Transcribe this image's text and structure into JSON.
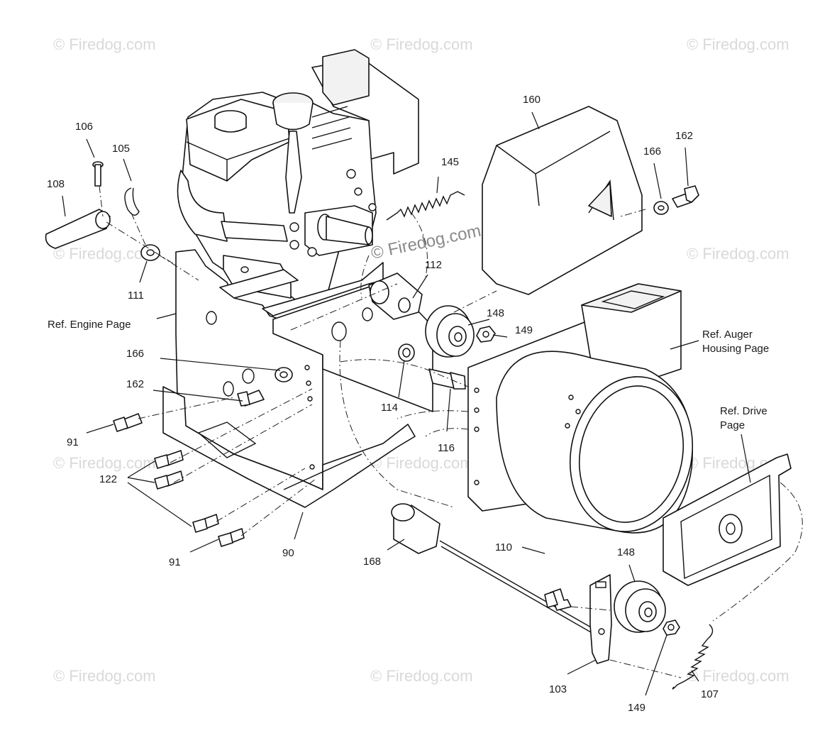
{
  "watermark": "© Firedog.com",
  "labels": {
    "p106": "106",
    "p105": "105",
    "p108": "108",
    "p111": "111",
    "p166a": "166",
    "p162a": "162",
    "p91a": "91",
    "p122": "122",
    "p91b": "91",
    "p90": "90",
    "p145": "145",
    "p112": "112",
    "p148a": "148",
    "p149a": "149",
    "p114": "114",
    "p116": "116",
    "p160": "160",
    "p166b": "166",
    "p162b": "162",
    "p168": "168",
    "p110": "110",
    "p148b": "148",
    "p103": "103",
    "p149b": "149",
    "p107": "107",
    "ref_engine": "Ref. Engine Page",
    "ref_auger_1": "Ref. Auger",
    "ref_auger_2": "Housing Page",
    "ref_drive_1": "Ref. Drive",
    "ref_drive_2": "Page"
  }
}
